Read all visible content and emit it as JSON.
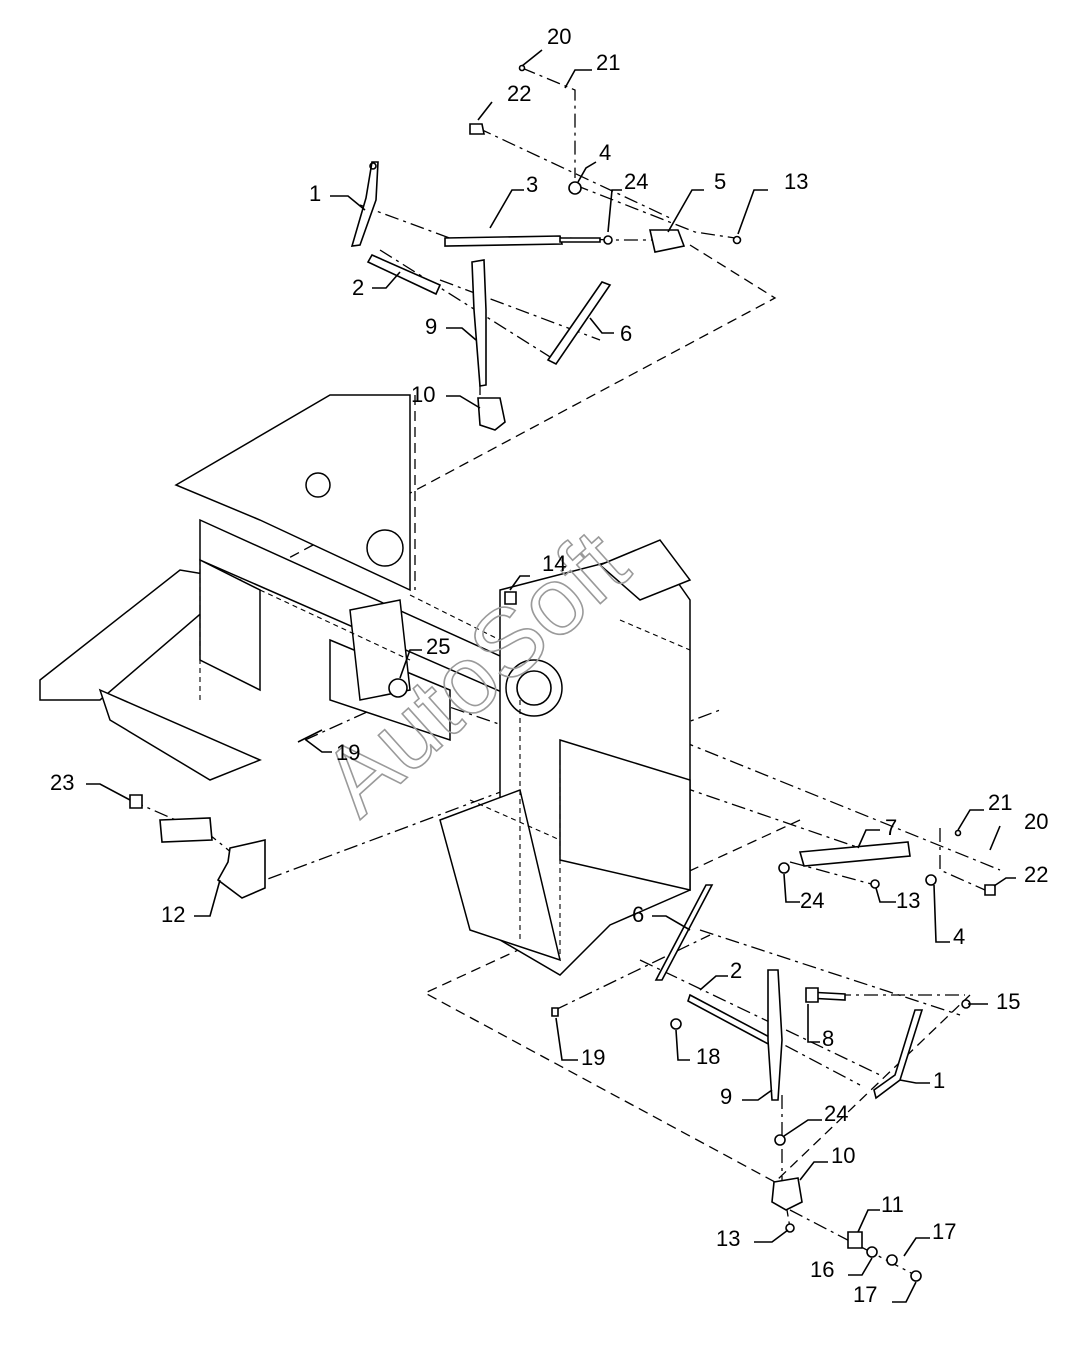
{
  "watermark": "AutoSoft",
  "callouts": [
    {
      "id": "c20a",
      "text": "20"
    },
    {
      "id": "c21a",
      "text": "21"
    },
    {
      "id": "c22a",
      "text": "22"
    },
    {
      "id": "c4a",
      "text": "4"
    },
    {
      "id": "c1a",
      "text": "1"
    },
    {
      "id": "c3",
      "text": "3"
    },
    {
      "id": "c24a",
      "text": "24"
    },
    {
      "id": "c5",
      "text": "5"
    },
    {
      "id": "c13a",
      "text": "13"
    },
    {
      "id": "c2a",
      "text": "2"
    },
    {
      "id": "c9a",
      "text": "9"
    },
    {
      "id": "c6a",
      "text": "6"
    },
    {
      "id": "c10a",
      "text": "10"
    },
    {
      "id": "c14",
      "text": "14"
    },
    {
      "id": "c25",
      "text": "25"
    },
    {
      "id": "c19a",
      "text": "19"
    },
    {
      "id": "c23",
      "text": "23"
    },
    {
      "id": "c12",
      "text": "12"
    },
    {
      "id": "c7",
      "text": "7"
    },
    {
      "id": "c21b",
      "text": "21"
    },
    {
      "id": "c20b",
      "text": "20"
    },
    {
      "id": "c22b",
      "text": "22"
    },
    {
      "id": "c24b",
      "text": "24"
    },
    {
      "id": "c13b",
      "text": "13"
    },
    {
      "id": "c4b",
      "text": "4"
    },
    {
      "id": "c6b",
      "text": "6"
    },
    {
      "id": "c2b",
      "text": "2"
    },
    {
      "id": "c15",
      "text": "15"
    },
    {
      "id": "c8",
      "text": "8"
    },
    {
      "id": "c19b",
      "text": "19"
    },
    {
      "id": "c18",
      "text": "18"
    },
    {
      "id": "c1b",
      "text": "1"
    },
    {
      "id": "c9b",
      "text": "9"
    },
    {
      "id": "c24c",
      "text": "24"
    },
    {
      "id": "c10b",
      "text": "10"
    },
    {
      "id": "c11",
      "text": "11"
    },
    {
      "id": "c17a",
      "text": "17"
    },
    {
      "id": "c13c",
      "text": "13"
    },
    {
      "id": "c16",
      "text": "16"
    },
    {
      "id": "c17b",
      "text": "17"
    }
  ]
}
